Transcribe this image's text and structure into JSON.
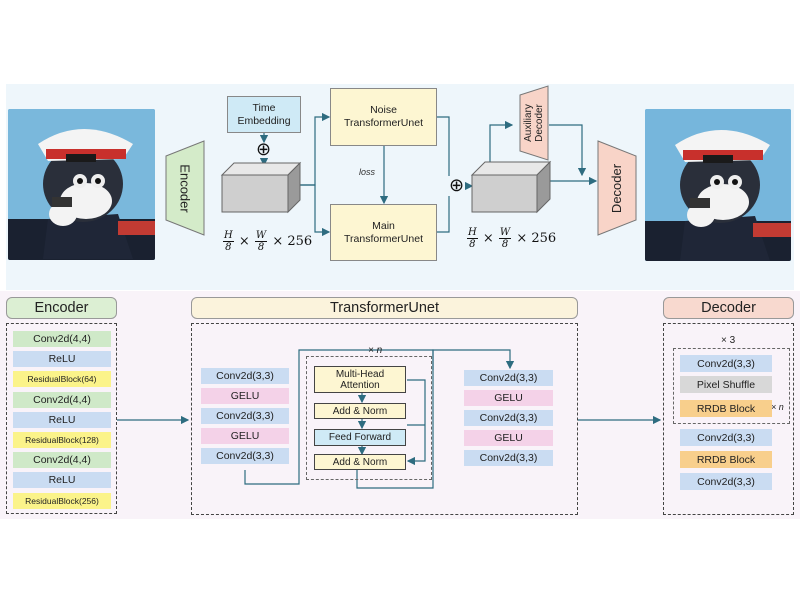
{
  "top": {
    "encoder_label": "Encoder",
    "decoder_label": "Decoder",
    "time_embedding": "Time\nEmbedding",
    "noise_transformer": "Noise\nTransformerUnet",
    "main_transformer": "Main\nTransformerUnet",
    "auxiliary_decoder": "Auxiliary\nDecoder",
    "loss_label": "loss",
    "plus_symbol": "⊕",
    "latent_left": {
      "h": "H",
      "hd": "8",
      "w": "W",
      "wd": "8",
      "rest": "× 256"
    },
    "latent_right": {
      "h": "H",
      "hd": "8",
      "w": "W",
      "wd": "8",
      "rest": "× 256"
    }
  },
  "encoder_panel": {
    "title": "Encoder",
    "layers": [
      "Conv2d(4,4)",
      "ReLU",
      "ResidualBlock(64)",
      "Conv2d(4,4)",
      "ReLU",
      "ResidualBlock(128)",
      "Conv2d(4,4)",
      "ReLU",
      "ResidualBlock(256)"
    ]
  },
  "transformer_panel": {
    "title": "TransformerUnet",
    "left_layers": [
      "Conv2d(3,3)",
      "GELU",
      "Conv2d(3,3)",
      "GELU",
      "Conv2d(3,3)"
    ],
    "repeat_label": "× n",
    "block_layers": [
      "Multi-Head\nAttention",
      "Add & Norm",
      "Feed Forward",
      "Add & Norm"
    ],
    "right_layers": [
      "Conv2d(3,3)",
      "GELU",
      "Conv2d(3,3)",
      "GELU",
      "Conv2d(3,3)"
    ]
  },
  "decoder_panel": {
    "title": "Decoder",
    "repeat_outer": "× 3",
    "repeat_inner": "× n",
    "group_layers": [
      "Conv2d(3,3)",
      "Pixel Shuffle",
      "RRDB Block"
    ],
    "layers": [
      "Conv2d(3,3)",
      "RRDB Block",
      "Conv2d(3,3)"
    ]
  },
  "colors": {
    "encoder_title_bg": "#dcefd3",
    "transformer_title_bg": "#fbf3dc",
    "decoder_title_bg": "#f8d9cf",
    "arrow": "#2e6c80"
  }
}
